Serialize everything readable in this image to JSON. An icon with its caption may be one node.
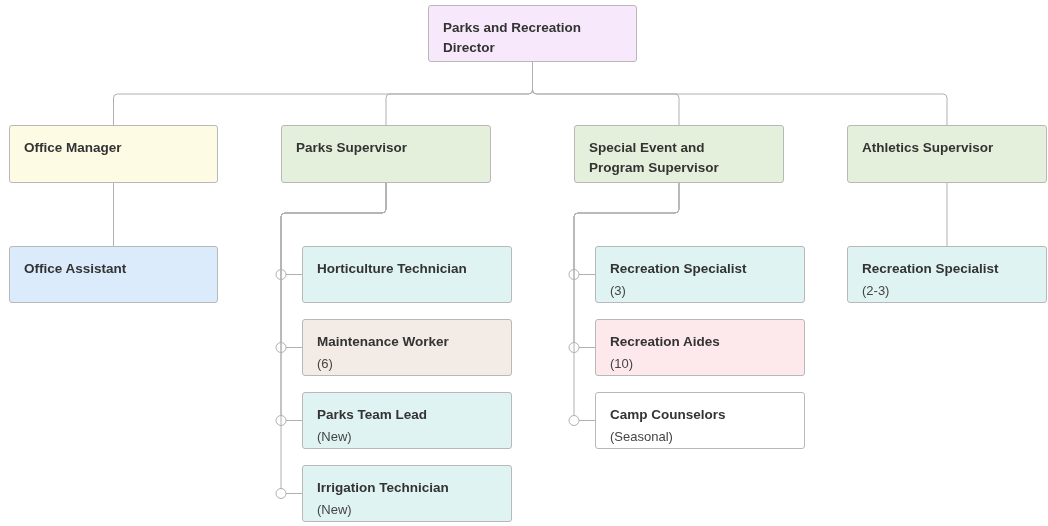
{
  "diagram": {
    "nodes": [
      {
        "text": [
          "Parks and Recreation Director"
        ]
      },
      {
        "text": [
          "Office Manager"
        ]
      },
      {
        "text": [
          "Parks Supervisor"
        ]
      },
      {
        "text": [
          "Special Event and Program Supervisor"
        ]
      },
      {
        "text": [
          "Athletics Supervisor"
        ]
      },
      {
        "text": [
          "Office Assistant"
        ]
      },
      {
        "text": [
          "Horticulture Technician"
        ]
      },
      {
        "text": [
          "Maintenance Worker",
          "(6)"
        ]
      },
      {
        "text": [
          "Parks Team Lead",
          "(New)"
        ]
      },
      {
        "text": [
          "Irrigation Technician",
          "(New)"
        ]
      },
      {
        "text": [
          "Recreation Specialist",
          "(3)"
        ]
      },
      {
        "text": [
          "Recreation Aides",
          "(10)"
        ]
      },
      {
        "text": [
          "Camp Counselors",
          "(Seasonal)"
        ]
      },
      {
        "text": [
          "Recreation Specialist",
          "(2-3)"
        ]
      }
    ],
    "edges": [
      {
        "from": 0,
        "to": 1,
        "arrow": "none"
      },
      {
        "from": 0,
        "to": 2,
        "arrow": "none"
      },
      {
        "from": 0,
        "to": 3,
        "arrow": "none"
      },
      {
        "from": 0,
        "to": 4,
        "arrow": "none"
      },
      {
        "from": 1,
        "to": 5,
        "arrow": "none"
      },
      {
        "from": 2,
        "to": 6,
        "arrow": "other"
      },
      {
        "from": 2,
        "to": 7,
        "arrow": "other"
      },
      {
        "from": 2,
        "to": 8,
        "arrow": "other"
      },
      {
        "from": 2,
        "to": 9,
        "arrow": "other"
      },
      {
        "from": 3,
        "to": 10,
        "arrow": "other"
      },
      {
        "from": 3,
        "to": 11,
        "arrow": "other"
      },
      {
        "from": 3,
        "to": 12,
        "arrow": "other"
      },
      {
        "from": 4,
        "to": 13,
        "arrow": "none"
      }
    ]
  }
}
